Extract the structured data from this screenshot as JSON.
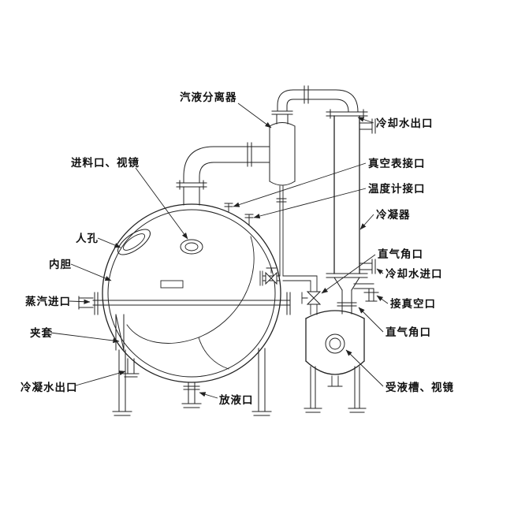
{
  "colors": {
    "ink": "#222222",
    "background": "#ffffff"
  },
  "diagram": {
    "labels": {
      "separator": "汽液分离器",
      "cooling_water_outlet": "冷却水出口",
      "feed_inlet_sight_glass": "进料口、视镜",
      "vacuum_gauge_port": "真空表接口",
      "thermometer_port": "温度计接口",
      "condenser": "冷凝器",
      "manhole": "人孔",
      "angle_port_upper": "直气角口",
      "inner_liner": "内胆",
      "cooling_water_inlet": "冷却水进口",
      "steam_inlet": "蒸汽进口",
      "vacuum_connection": "接真空口",
      "jacket": "夹套",
      "angle_port_lower": "直气角口",
      "condensate_water_outlet": "冷凝水出口",
      "drain_port": "放液口",
      "receiver_sight_glass": "受液槽、视镜"
    }
  }
}
